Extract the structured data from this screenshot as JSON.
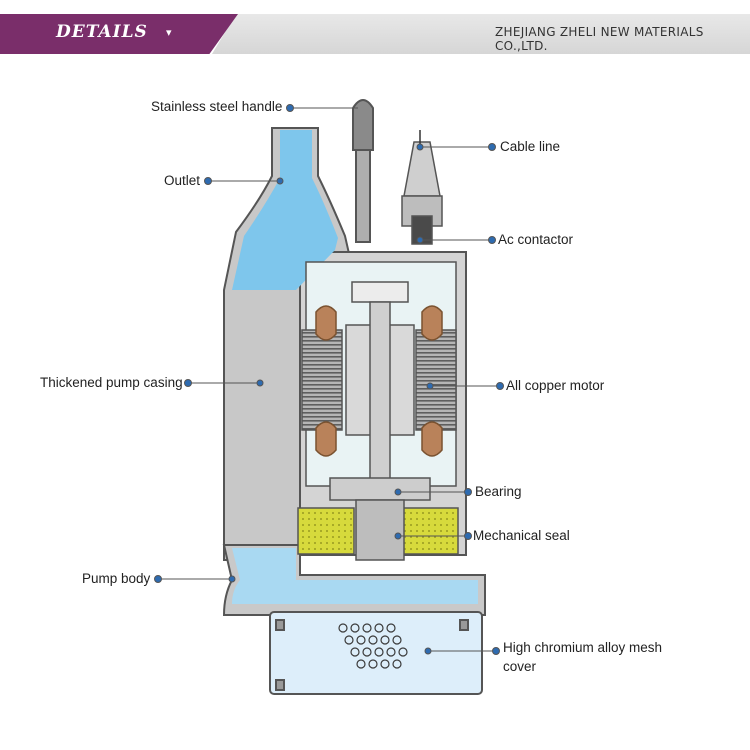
{
  "header": {
    "tab_label": "DETAILS",
    "tab_arrow": "▾",
    "company": "ZHEJIANG ZHELI NEW MATERIALS CO.,LTD."
  },
  "colors": {
    "tab": "#7a2e6a",
    "water": "#7ec6ec",
    "casing": "#c8c8c8",
    "motor_coil": "#b9825a",
    "seal_oil": "#d7da3c",
    "leader": "#2e6bb0"
  },
  "labels": {
    "handle": "Stainless steel handle",
    "outlet": "Outlet",
    "cable": "Cable line",
    "contactor": "Ac contactor",
    "casing": "Thickened pump casing",
    "motor": "All copper motor",
    "bearing": "Bearing",
    "seal": "Mechanical seal",
    "body": "Pump body",
    "mesh_line1": "High chromium alloy mesh",
    "mesh_line2": "cover"
  }
}
